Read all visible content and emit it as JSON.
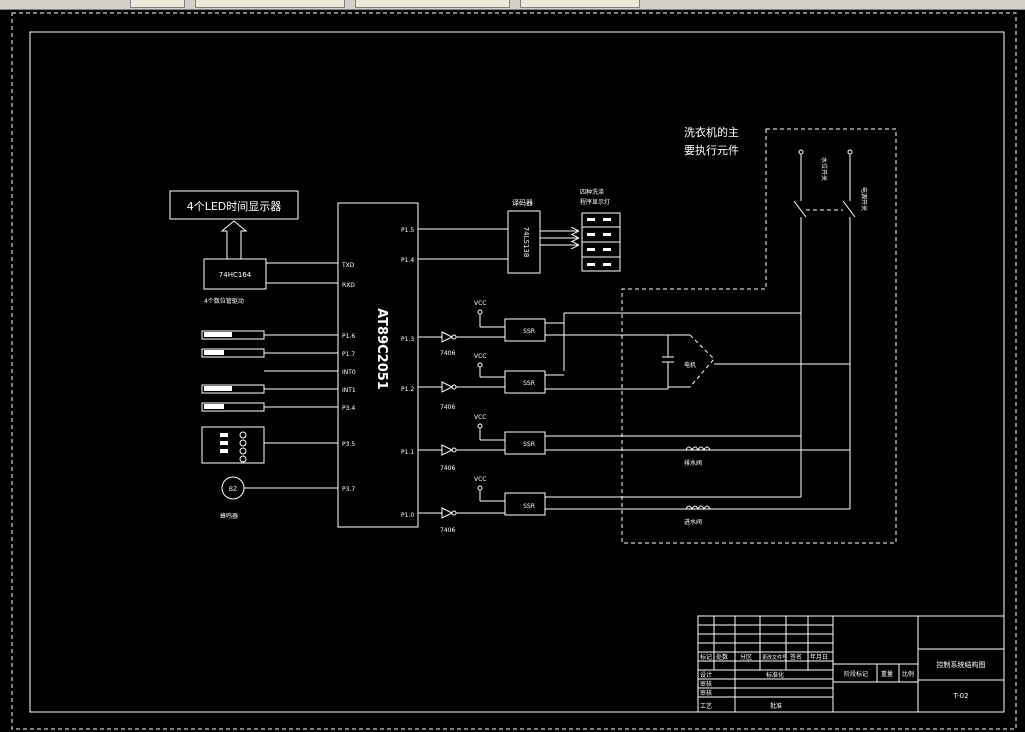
{
  "toolbar": {
    "tabs": [
      {
        "label": ""
      },
      {
        "label": ""
      },
      {
        "label": ""
      },
      {
        "label": ""
      }
    ]
  },
  "diagram": {
    "mcu_label": "AT89C2051",
    "led_display_label": "4个LED时间显示器",
    "shift_register_label": "74HC164",
    "digit_drive_label": "4个数位管驱动",
    "decoder_title": "译码器",
    "decoder_chip": "74LS138",
    "status_lights_title_1": "四种洗涤",
    "status_lights_title_2": "程序显示灯",
    "main_actuators_line1": "洗衣机的主",
    "main_actuators_line2": "要执行元件",
    "buzzer_label": "蜂鸣器",
    "motor_label": "电机",
    "drain_valve_label": "排水阀",
    "inlet_valve_label": "进水阀",
    "water_level_switch_label": "水位开关",
    "power_switch_label": "电源开关",
    "mcu_left_pins": [
      "TXD",
      "RXD",
      "P1.6",
      "P1.7",
      "INT0",
      "INT1",
      "P3.4",
      "P3.5",
      "P3.7"
    ],
    "mcu_right_pins": [
      "P1.5",
      "P1.4",
      "P1.3",
      "P1.2",
      "P1.1",
      "P1.0"
    ],
    "driver_chip_label": "7406",
    "ssr_label": "SSR",
    "vcc_label": "VCC",
    "buzzer_symbol": "BZ",
    "title_block": {
      "drawing_title": "控制系统结构图",
      "drawing_number": "T-02",
      "stage_label": "阶段标记",
      "weight_label": "重量",
      "scale_label": "比例",
      "designer_label": "设计",
      "standardization_label": "标准化",
      "reviewer_label": "审核",
      "process_label": "工艺",
      "approver_label": "批准",
      "mark_label": "标记",
      "count_label": "处数",
      "zone_label": "分区",
      "change_doc_label": "更改文件号",
      "signature_label": "签名",
      "date_label": "年月日",
      "check_label": "审核"
    }
  }
}
